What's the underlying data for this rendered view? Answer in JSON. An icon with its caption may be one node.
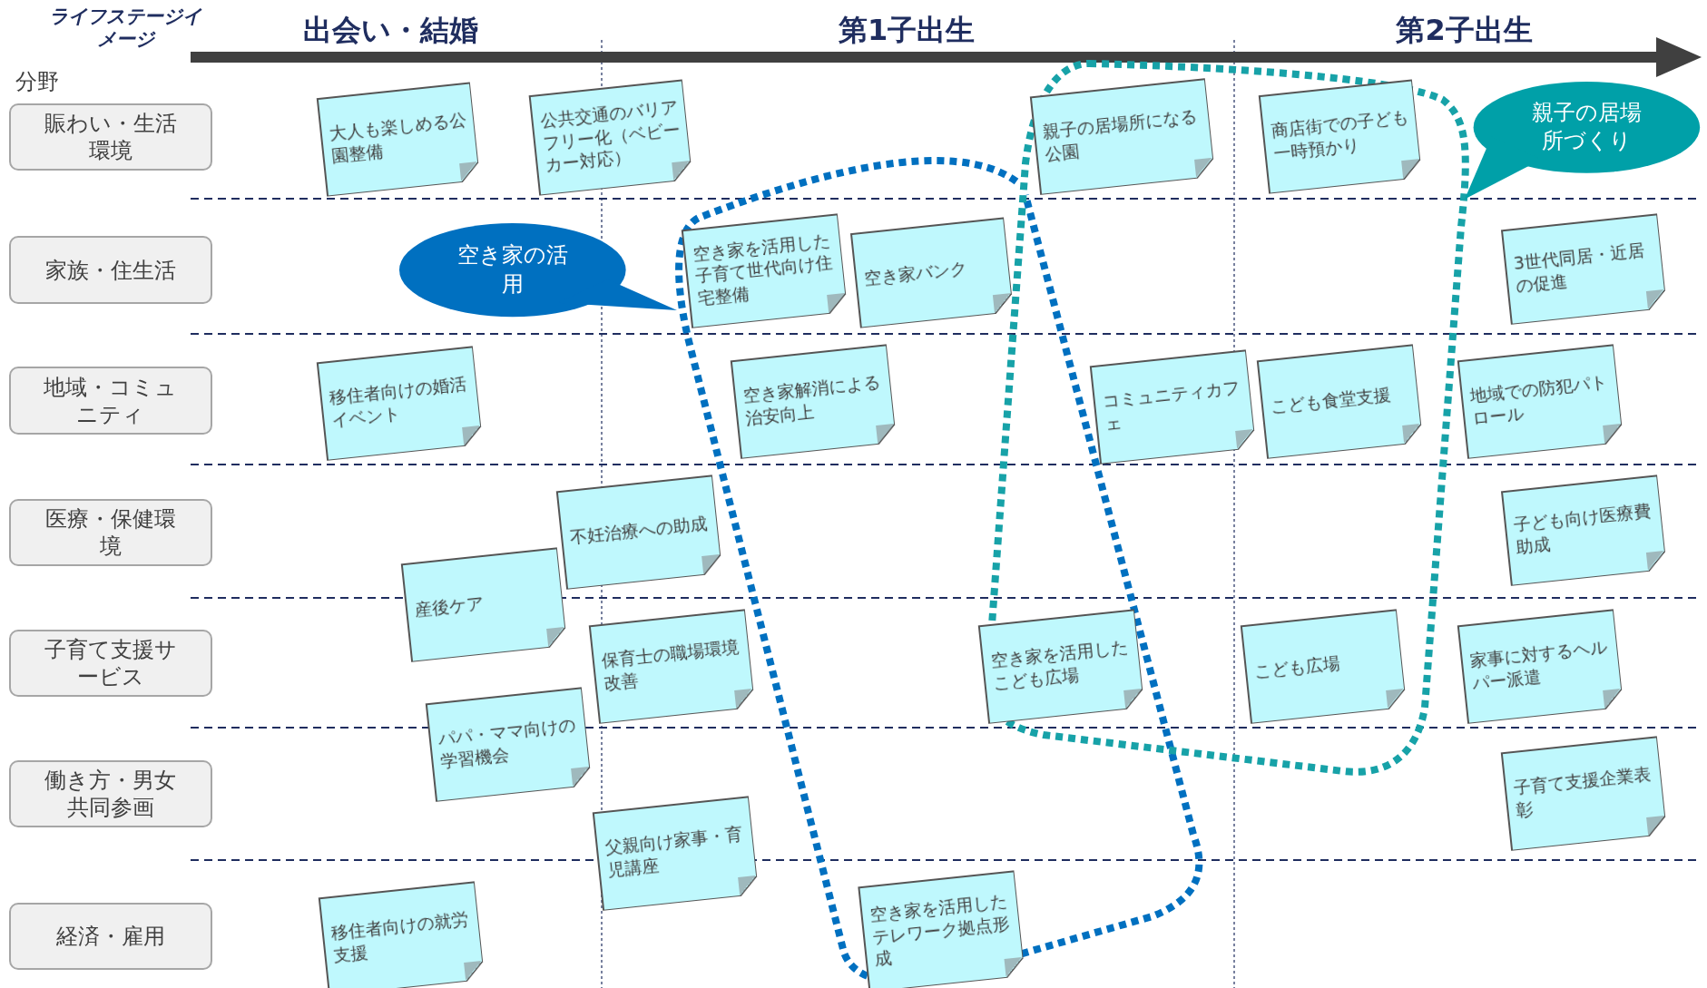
{
  "diagram": {
    "nodes": [
      {
        "text": [
          "賑わい・生活環境"
        ]
      },
      {
        "text": [
          "大人も楽しめる公園整備"
        ]
      },
      {
        "text": [
          "公共交通のバリアフリー化（ベビーカー対応）"
        ]
      },
      {
        "text": [
          "親子の居場所になる公園"
        ]
      },
      {
        "text": [
          "商店街での子ども一時預かり"
        ]
      },
      {
        "text": [
          "親子の居場所づくり"
        ]
      },
      {
        "text": [
          "家族・住生活"
        ]
      },
      {
        "text": [
          "空き家の活用"
        ]
      },
      {
        "text": [
          "空き家を活用した子育て世代向け住宅整備"
        ]
      },
      {
        "text": [
          "空き家バンク"
        ]
      },
      {
        "text": [
          "3世代同居・近居の促進"
        ]
      },
      {
        "text": [
          "地域・コミュニティ"
        ]
      },
      {
        "text": [
          "移住者向けの婚活イベント"
        ]
      },
      {
        "text": [
          "空き家解消による治安向上"
        ]
      },
      {
        "text": [
          "コミュニティカフェ"
        ]
      },
      {
        "text": [
          "こども食堂支援"
        ]
      },
      {
        "text": [
          "地域での防犯パトロール"
        ]
      },
      {
        "text": [
          "医療・保健環境"
        ]
      },
      {
        "text": [
          "不妊治療への助成"
        ]
      },
      {
        "text": [
          "子ども向け医療費助成"
        ]
      },
      {
        "text": [
          "子育て支援サービス"
        ]
      },
      {
        "text": [
          "産後ケア"
        ]
      },
      {
        "text": [
          "保育士の職場環境改善"
        ]
      },
      {
        "text": [
          "空き家を活用したこども広場"
        ]
      },
      {
        "text": [
          "こども広場"
        ]
      },
      {
        "text": [
          "家事に対するヘルパー派遣"
        ]
      },
      {
        "text": [
          "働き方・男女共同参画"
        ]
      },
      {
        "text": [
          "パパ・ママ向けの学習機会"
        ]
      },
      {
        "text": [
          "子育て支援企業表彰"
        ]
      },
      {
        "text": [
          "経済・雇用"
        ]
      },
      {
        "text": [
          "父親向け家事・育児講座"
        ]
      },
      {
        "text": [
          "空き家を活用したテレワーク拠点形成"
        ]
      },
      {
        "text": [
          "移住者向けの就労支援"
        ]
      }
    ],
    "labels": [
      "ライフステージイメージ",
      "出会い・結婚",
      "第1子出生",
      "第2子出生",
      "分野"
    ]
  }
}
